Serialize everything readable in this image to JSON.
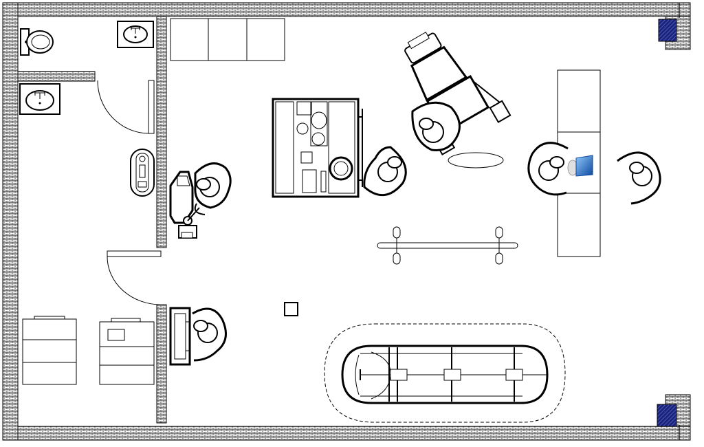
{
  "plan": {
    "colors": {
      "wall_fill": "#ffffff",
      "wall_line": "#000000",
      "column": "#1a237e",
      "monitor": "#1565c0"
    },
    "rooms": [
      "restroom",
      "storage-room",
      "treatment-room"
    ],
    "fixtures": [
      "toilet",
      "washbasin",
      "washbasin",
      "cabinet-row",
      "sterilizer",
      "dental-chair",
      "dentist-stool",
      "dentist-stool",
      "assistant-stool",
      "dental-unit-cabinet",
      "instrument-cart",
      "side-cart",
      "reception-desk",
      "computer-monitor",
      "desk-chair",
      "visitor-chair",
      "partition-rail",
      "floor-drain",
      "washer",
      "dryer",
      "panoramic-xray-unit",
      "structural-column",
      "structural-column"
    ],
    "icons": [
      "toilet-icon",
      "sink-icon",
      "chair-icon",
      "monitor-icon",
      "door-swing-icon"
    ]
  }
}
